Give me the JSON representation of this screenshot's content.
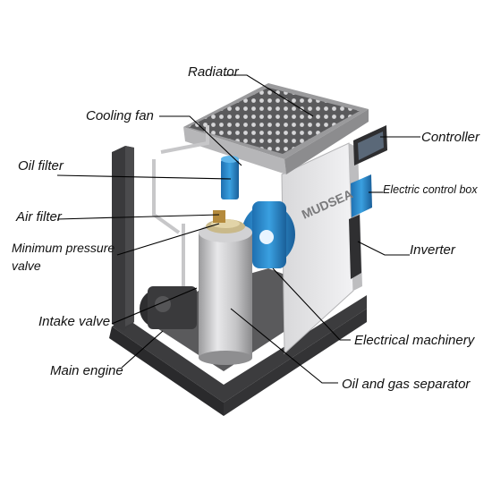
{
  "labels": {
    "radiator": "Radiator",
    "cooling_fan": "Cooling fan",
    "controller": "Controller",
    "oil_filter": "Oil filter",
    "electric_control_box": "Electric control box",
    "air_filter": "Air filter",
    "minimum_pressure_valve_line1": "Minimum pressure",
    "minimum_pressure_valve_line2": "valve",
    "inverter": "Inverter",
    "intake_valve": "Intake valve",
    "electrical_machinery": "Electrical machinery",
    "main_engine": "Main engine",
    "oil_and_gas_separator": "Oil and gas separator"
  },
  "brand": "MUDSEA",
  "colors": {
    "frame": "#3c3c3e",
    "panel": "#e6e6e8",
    "tank": "#c9c9cb",
    "blue_part": "#2d8fd0",
    "leader_line": "#000000"
  }
}
